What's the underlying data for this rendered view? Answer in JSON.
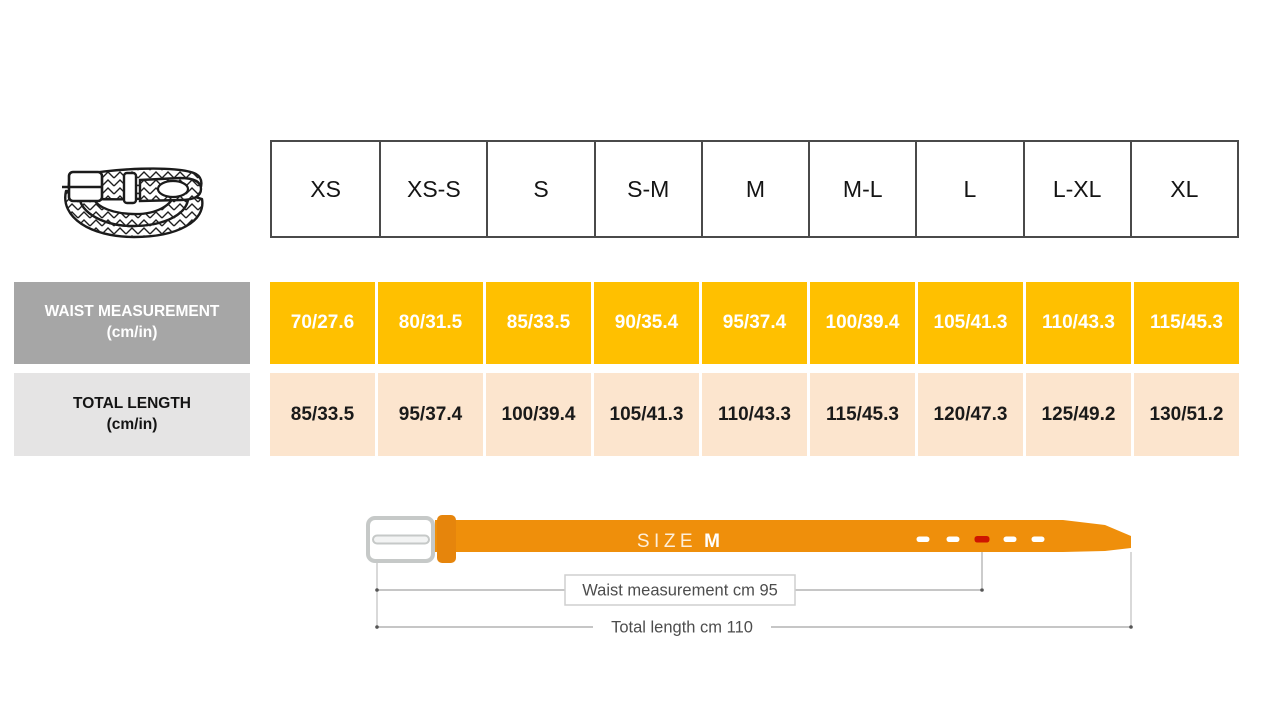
{
  "size_chart": {
    "sizes": [
      "XS",
      "XS-S",
      "S",
      "S-M",
      "M",
      "M-L",
      "L",
      "L-XL",
      "XL"
    ],
    "waist_row": {
      "label_line1": "WAIST MEASUREMENT",
      "label_line2": "(cm/in)",
      "values": [
        "70/27.6",
        "80/31.5",
        "85/33.5",
        "90/35.4",
        "95/37.4",
        "100/39.4",
        "105/41.3",
        "110/43.3",
        "115/45.3"
      ]
    },
    "length_row": {
      "label_line1": "TOTAL LENGTH",
      "label_line2": "(cm/in)",
      "values": [
        "85/33.5",
        "95/37.4",
        "100/39.4",
        "105/41.3",
        "110/43.3",
        "115/45.3",
        "120/47.3",
        "125/49.2",
        "130/51.2"
      ]
    }
  },
  "diagram": {
    "size_word": "SIZE",
    "size_value": "M",
    "waist_measurement_label": "Waist measurement cm 95",
    "total_length_label": "Total length cm 110"
  },
  "icons": {
    "belt_illustration": "braided-belt-icon"
  },
  "colors": {
    "waist_value_cell": "#FFC000",
    "length_value_cell": "#FCE5CE",
    "waist_label_bg": "#A6A6A6",
    "length_label_bg": "#E5E4E4",
    "belt_strap": "#EF8F0B",
    "belt_loop": "#E6850C",
    "buckle_silver": "#C6C9C8",
    "hole_red": "#CE1500",
    "table_border": "#4A4A4A",
    "dimension_line": "#8C8C8C"
  },
  "chart_data": {
    "type": "table",
    "categories": [
      "XS",
      "XS-S",
      "S",
      "S-M",
      "M",
      "M-L",
      "L",
      "L-XL",
      "XL"
    ],
    "series": [
      {
        "name": "WAIST MEASUREMENT (cm/in)",
        "values": [
          "70/27.6",
          "80/31.5",
          "85/33.5",
          "90/35.4",
          "95/37.4",
          "100/39.4",
          "105/41.3",
          "110/43.3",
          "115/45.3"
        ]
      },
      {
        "name": "TOTAL LENGTH (cm/in)",
        "values": [
          "85/33.5",
          "95/37.4",
          "100/39.4",
          "105/41.3",
          "110/43.3",
          "115/45.3",
          "120/47.3",
          "125/49.2",
          "130/51.2"
        ]
      }
    ],
    "example": {
      "size": "M",
      "waist_cm": 95,
      "total_length_cm": 110
    }
  }
}
